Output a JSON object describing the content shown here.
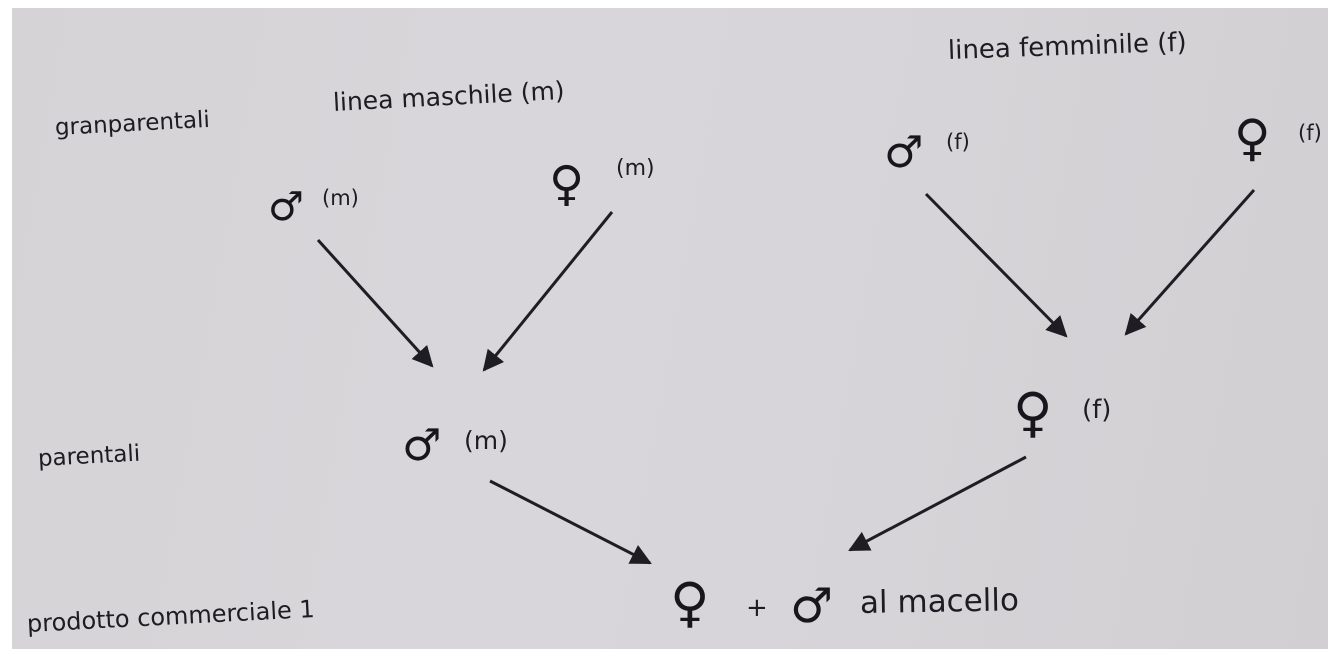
{
  "generations": {
    "grandparents": "granparentali",
    "parents": "parentali",
    "product": "prodotto commerciale 1"
  },
  "lines": {
    "male_line": "linea maschile (m)",
    "female_line": "linea femminile (f)"
  },
  "nodes": {
    "gp_male_m": {
      "symbol": "♂",
      "tag": "(m)"
    },
    "gp_female_m": {
      "symbol": "♀",
      "tag": "(m)"
    },
    "gp_male_f": {
      "symbol": "♂",
      "tag": "(f)"
    },
    "gp_female_f": {
      "symbol": "♀",
      "tag": "(f)"
    },
    "p_male": {
      "symbol": "♂",
      "tag": "(m)"
    },
    "p_female": {
      "symbol": "♀",
      "tag": "(f)"
    },
    "product": {
      "female_symbol": "♀",
      "plus": "+",
      "male_symbol": "♂",
      "text": "al macello"
    }
  },
  "colors": {
    "ink": "#1d1c22",
    "paper": "#d6d4d8"
  }
}
